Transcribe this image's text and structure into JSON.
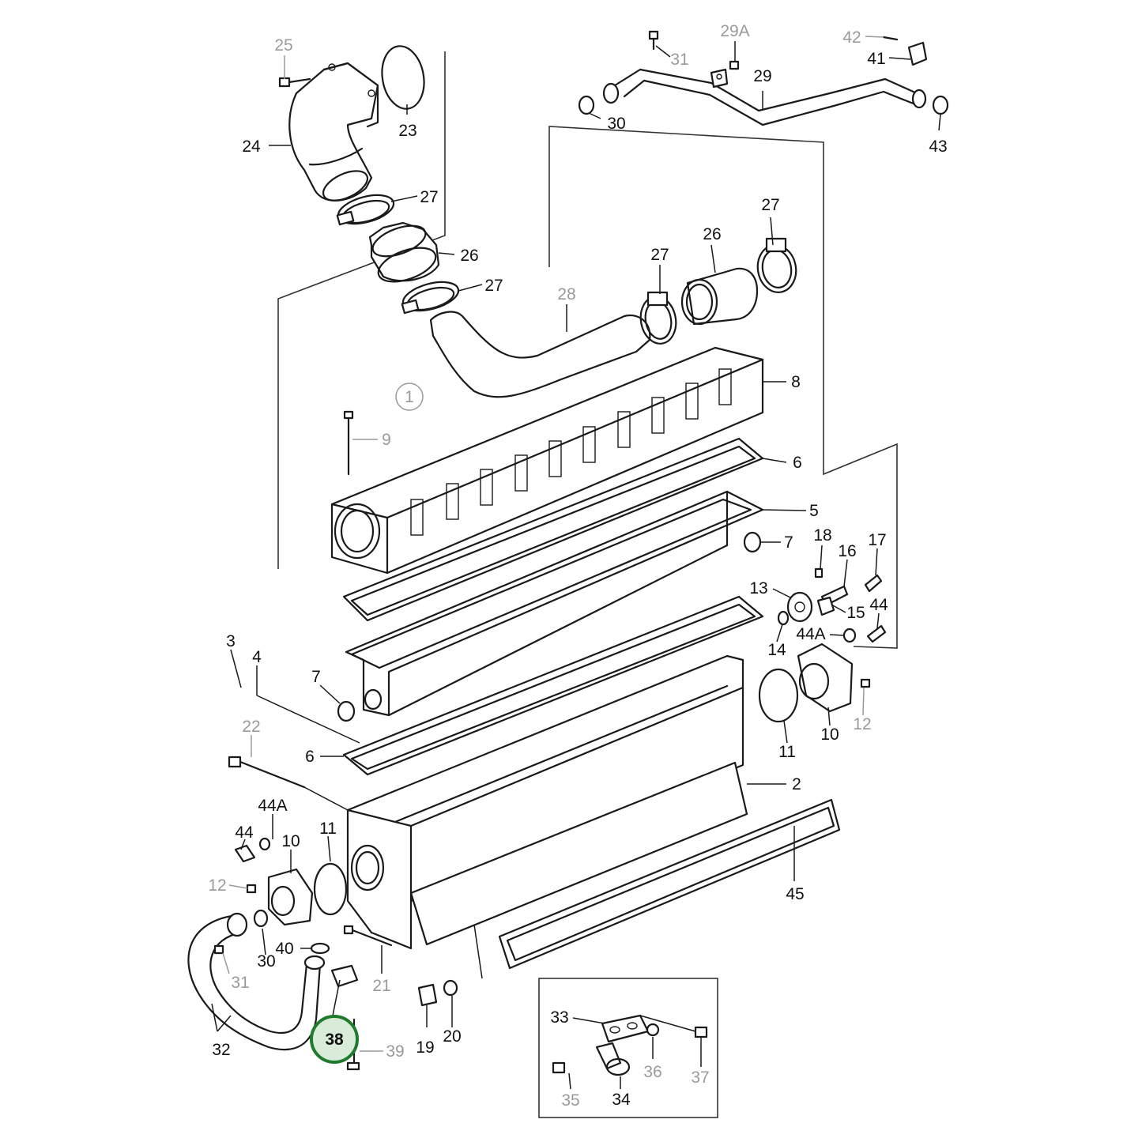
{
  "colors": {
    "line": "#1a1a1a",
    "muted_label": "#9a9a9a",
    "highlight_ring": "#1f7a2e",
    "highlight_fill": "#d9ecd9",
    "background": "#ffffff"
  },
  "view_marker": "1",
  "highlighted_callout": "38",
  "callouts": [
    {
      "id": "c25",
      "text": "25",
      "muted": true
    },
    {
      "id": "c23",
      "text": "23",
      "muted": false
    },
    {
      "id": "c24",
      "text": "24",
      "muted": false
    },
    {
      "id": "c27a",
      "text": "27",
      "muted": false
    },
    {
      "id": "c26a",
      "text": "26",
      "muted": false
    },
    {
      "id": "c27b",
      "text": "27",
      "muted": false
    },
    {
      "id": "c31a",
      "text": "31",
      "muted": true
    },
    {
      "id": "c29a",
      "text": "29A",
      "muted": true
    },
    {
      "id": "c29",
      "text": "29",
      "muted": false
    },
    {
      "id": "c42",
      "text": "42",
      "muted": true
    },
    {
      "id": "c41",
      "text": "41",
      "muted": false
    },
    {
      "id": "c43",
      "text": "43",
      "muted": false
    },
    {
      "id": "c30a",
      "text": "30",
      "muted": false
    },
    {
      "id": "c27c",
      "text": "27",
      "muted": false
    },
    {
      "id": "c26b",
      "text": "26",
      "muted": false
    },
    {
      "id": "c27d",
      "text": "27",
      "muted": false
    },
    {
      "id": "c28",
      "text": "28",
      "muted": true
    },
    {
      "id": "c8",
      "text": "8",
      "muted": false
    },
    {
      "id": "c9",
      "text": "9",
      "muted": true
    },
    {
      "id": "c6a",
      "text": "6",
      "muted": false
    },
    {
      "id": "c5",
      "text": "5",
      "muted": false
    },
    {
      "id": "c7a",
      "text": "7",
      "muted": false
    },
    {
      "id": "c18",
      "text": "18",
      "muted": false
    },
    {
      "id": "c16",
      "text": "16",
      "muted": false
    },
    {
      "id": "c17",
      "text": "17",
      "muted": false
    },
    {
      "id": "c13",
      "text": "13",
      "muted": false
    },
    {
      "id": "c15",
      "text": "15",
      "muted": false
    },
    {
      "id": "c44a",
      "text": "44",
      "muted": false
    },
    {
      "id": "c44Aa",
      "text": "44A",
      "muted": false
    },
    {
      "id": "c14",
      "text": "14",
      "muted": false
    },
    {
      "id": "c3",
      "text": "3",
      "muted": false
    },
    {
      "id": "c4",
      "text": "4",
      "muted": false
    },
    {
      "id": "c7b",
      "text": "7",
      "muted": false
    },
    {
      "id": "c11a",
      "text": "11",
      "muted": false
    },
    {
      "id": "c10a",
      "text": "10",
      "muted": false
    },
    {
      "id": "c12a",
      "text": "12",
      "muted": true
    },
    {
      "id": "c22",
      "text": "22",
      "muted": true
    },
    {
      "id": "c6b",
      "text": "6",
      "muted": false
    },
    {
      "id": "c2",
      "text": "2",
      "muted": false
    },
    {
      "id": "c44Ab",
      "text": "44A",
      "muted": false
    },
    {
      "id": "c44b",
      "text": "44",
      "muted": false
    },
    {
      "id": "c10b",
      "text": "10",
      "muted": false
    },
    {
      "id": "c11b",
      "text": "11",
      "muted": false
    },
    {
      "id": "c12b",
      "text": "12",
      "muted": true
    },
    {
      "id": "c45",
      "text": "45",
      "muted": false
    },
    {
      "id": "c40",
      "text": "40",
      "muted": false
    },
    {
      "id": "c30b",
      "text": "30",
      "muted": false
    },
    {
      "id": "c31b",
      "text": "31",
      "muted": true
    },
    {
      "id": "c21",
      "text": "21",
      "muted": true
    },
    {
      "id": "c32",
      "text": "32",
      "muted": false
    },
    {
      "id": "c38",
      "text": "38",
      "muted": false
    },
    {
      "id": "c39",
      "text": "39",
      "muted": true
    },
    {
      "id": "c19",
      "text": "19",
      "muted": false
    },
    {
      "id": "c20",
      "text": "20",
      "muted": false
    },
    {
      "id": "c33",
      "text": "33",
      "muted": false
    },
    {
      "id": "c36",
      "text": "36",
      "muted": true
    },
    {
      "id": "c37",
      "text": "37",
      "muted": true
    },
    {
      "id": "c35",
      "text": "35",
      "muted": true
    },
    {
      "id": "c34",
      "text": "34",
      "muted": false
    }
  ]
}
